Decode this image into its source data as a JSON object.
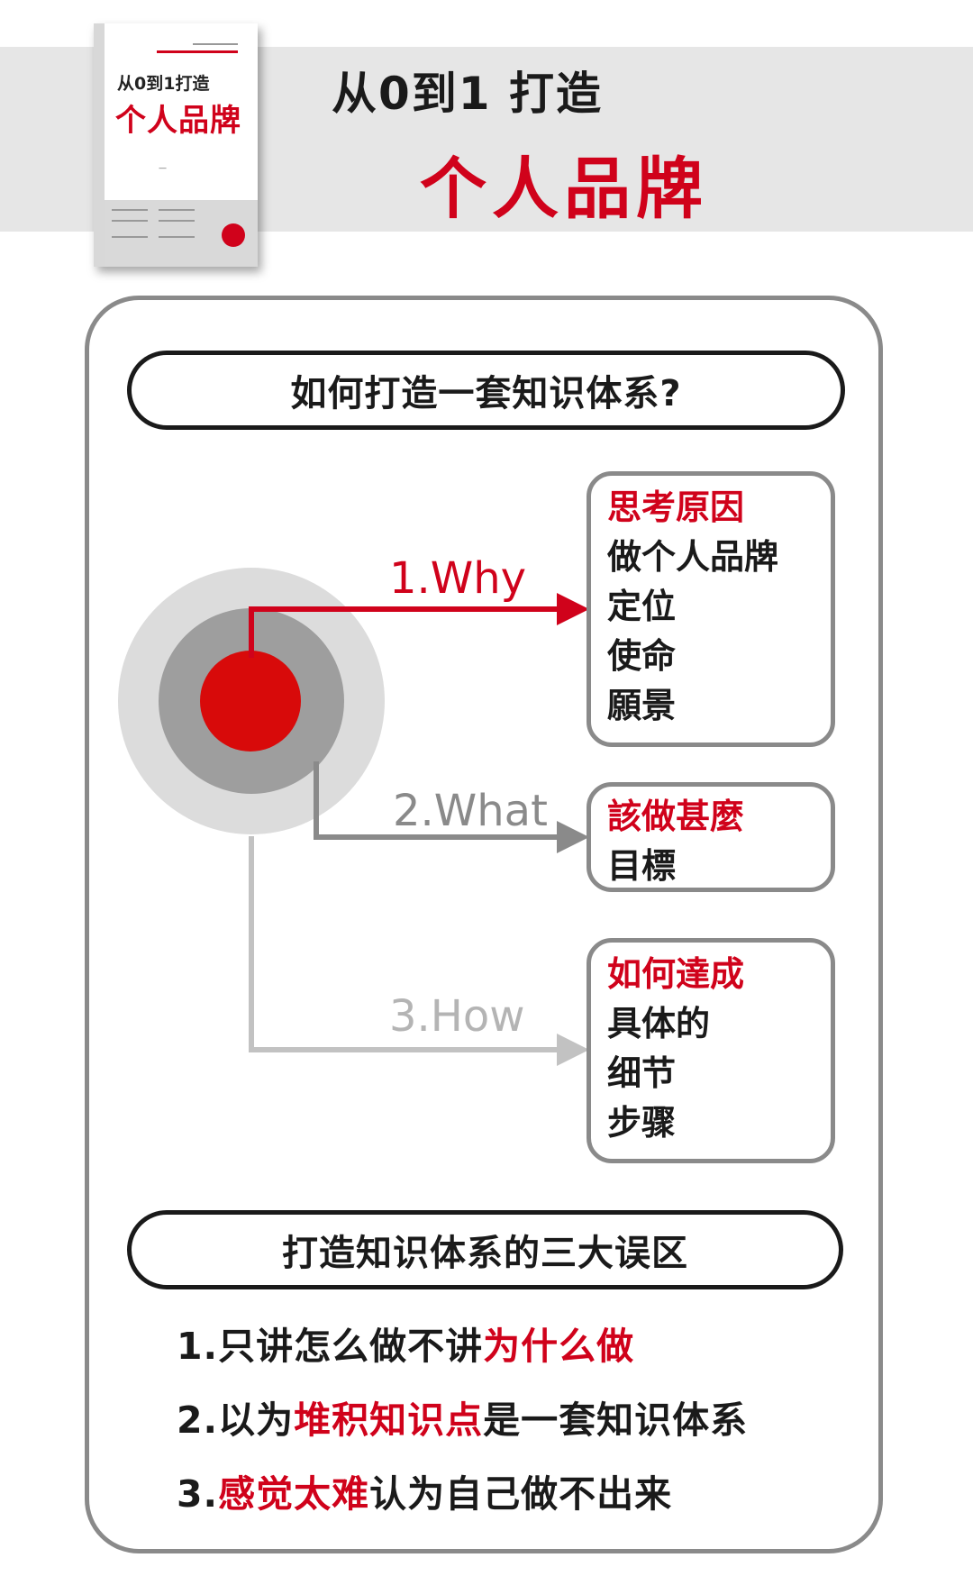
{
  "header": {
    "line1": "从0到1 打造",
    "line2": "个人品牌"
  },
  "book_cover": {
    "title_line1": "从0到1打造",
    "title_line2": "个人品牌"
  },
  "section1": {
    "title": "如何打造一套知识体系?",
    "branches": [
      {
        "label": "1.Why",
        "box_title": "思考原因",
        "box_lines": [
          "做个人品牌",
          "定位",
          "使命",
          "願景"
        ]
      },
      {
        "label": "2.What",
        "box_title": "該做甚麼",
        "box_lines": [
          "目標"
        ]
      },
      {
        "label": "3.How",
        "box_title": "如何達成",
        "box_lines": [
          "具体的",
          "细节",
          "步骤"
        ]
      }
    ]
  },
  "section2": {
    "title": "打造知识体系的三大误区",
    "items": [
      {
        "prefix": "1.只讲怎么做不讲",
        "highlight": "为什么做",
        "suffix": ""
      },
      {
        "prefix": "2.以为",
        "highlight": "堆积知识点",
        "suffix": "是一套知识体系"
      },
      {
        "prefix": "3.",
        "highlight": "感觉太难",
        "suffix": "认为自己做不出来"
      }
    ]
  },
  "colors": {
    "accent": "#d0021b",
    "text": "#1a1a1a",
    "frame": "#8a8a8a",
    "band": "#e6e6e6"
  }
}
